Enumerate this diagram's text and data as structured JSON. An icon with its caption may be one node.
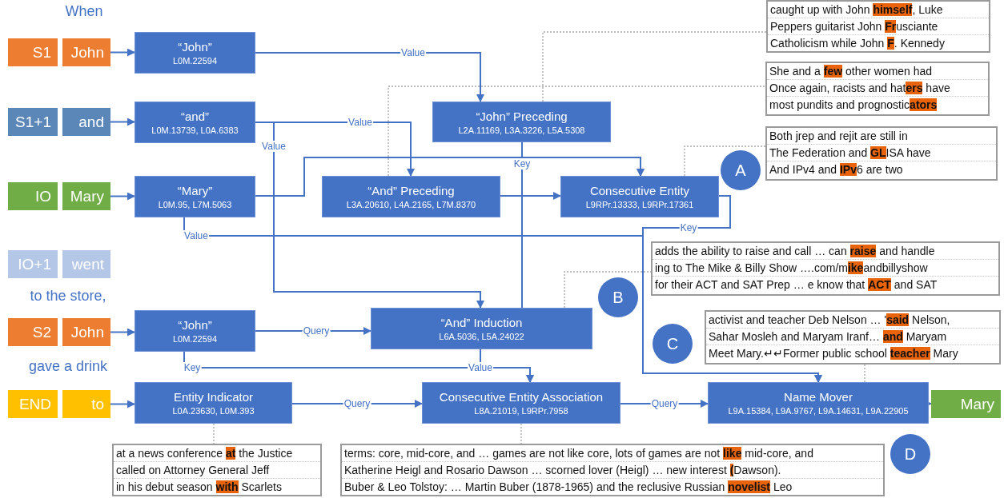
{
  "diagram": {
    "nodes": [
      {
        "text": [
          "S1"
        ]
      },
      {
        "text": [
          "John"
        ]
      },
      {
        "text": [
          "S1+1"
        ]
      },
      {
        "text": [
          "and"
        ]
      },
      {
        "text": [
          "IO"
        ]
      },
      {
        "text": [
          "Mary"
        ]
      },
      {
        "text": [
          "IO+1"
        ]
      },
      {
        "text": [
          "went"
        ]
      },
      {
        "text": [
          "S2"
        ]
      },
      {
        "text": [
          "John"
        ]
      },
      {
        "text": [
          "END"
        ]
      },
      {
        "text": [
          "to"
        ]
      },
      {
        "text": [
          "“John”",
          "L0M.22594"
        ]
      },
      {
        "text": [
          "“and”",
          "L0M.13739, L0A.6383"
        ]
      },
      {
        "text": [
          "“Mary”",
          "L0M.95, L7M.5063"
        ]
      },
      {
        "text": [
          "“John” Preceding",
          "L2A.11169, L3A.3226, L5A.5308"
        ]
      },
      {
        "text": [
          "“And” Preceding",
          "L3A.20610, L4A.2165, L7M.8370"
        ]
      },
      {
        "text": [
          "Consecutive Entity",
          "L9RPr.13333, L9RPr.17361"
        ]
      },
      {
        "text": [
          "“John”",
          "L0M.22594"
        ]
      },
      {
        "text": [
          "“And” Induction",
          "L6A.5036, L5A.24022"
        ]
      },
      {
        "text": [
          "Entity Indicator",
          "L0A.23630, L0M.393"
        ]
      },
      {
        "text": [
          "Consecutive Entity Association",
          "L8A.21019, L9RPr.7958"
        ]
      },
      {
        "text": [
          "Name Mover",
          "L9A.15384, L9A.9767, L9A.14631, L9A.22905"
        ]
      },
      {
        "text": [
          "Mary"
        ]
      },
      {
        "text": [
          "caught up with John **himself**, Luke",
          "Peppers guitarist John **Fr**usciante",
          "Catholicism while John **F**. Kennedy"
        ]
      },
      {
        "text": [
          "She and a **few** other women had",
          "Once again, racists and hat**ers** have",
          "most pundits and prognostic**ators**"
        ]
      },
      {
        "text": [
          "Both jrep and rejit are still in",
          "The Federation and **GL**ISA have",
          "And IPv4 and **IPv**6 are two"
        ]
      },
      {
        "text": [
          "adds the ability to raise and call … can **raise** and handle",
          "ing to The Mike & Billy Show ….com/m**ike**andbillyshow",
          "for their ACT and SAT Prep … e know that **ACT** and SAT"
        ]
      },
      {
        "text": [
          "activist and teacher Deb Nelson … '**said** Nelson,",
          "Sahar Mosleh and Maryam Iranf… **and** Maryam",
          "Meet Mary.↵↵Former public school **teacher** Mary"
        ]
      },
      {
        "text": [
          "at a news conference **at** the Justice",
          "called on Attorney General Jeff",
          "in his debut season **with** Scarlets"
        ]
      },
      {
        "text": [
          "terms: core, mid-core, and … games are not like core, lots of games are not **like** mid-core, and",
          "Katherine Heigl and Rosario Dawson … scorned lover (Heigl) … new interest **(**Dawson).",
          "Buber & Leo Tolstoy: … Martin Buber (1878-1965) and the reclusive Russian **novelist** Leo"
        ]
      },
      {
        "text": [
          "A"
        ]
      },
      {
        "text": [
          "B"
        ]
      },
      {
        "text": [
          "C"
        ]
      },
      {
        "text": [
          "D"
        ]
      }
    ],
    "edges": [
      {
        "from": 1,
        "to": 12,
        "arrow": "to"
      },
      {
        "from": 3,
        "to": 13,
        "arrow": "to"
      },
      {
        "from": 5,
        "to": 14,
        "arrow": "to"
      },
      {
        "from": 9,
        "to": 18,
        "arrow": "to"
      },
      {
        "from": 11,
        "to": 20,
        "arrow": "to"
      },
      {
        "from": 12,
        "to": 15,
        "arrow": "to",
        "label": "Value"
      },
      {
        "from": 13,
        "to": 16,
        "arrow": "to",
        "label": "Value"
      },
      {
        "from": 13,
        "to": 19,
        "arrow": "to",
        "label": "Value"
      },
      {
        "from": 14,
        "to": 17,
        "arrow": "to"
      },
      {
        "from": 15,
        "to": 17,
        "arrow": "to",
        "label": "Key"
      },
      {
        "from": 15,
        "to": 19,
        "arrow": "none"
      },
      {
        "from": 16,
        "to": 17,
        "arrow": "to"
      },
      {
        "from": 14,
        "to": 22,
        "arrow": "to",
        "label": "Value"
      },
      {
        "from": 17,
        "to": 22,
        "arrow": "to",
        "label": "Key"
      },
      {
        "from": 18,
        "to": 19,
        "arrow": "to",
        "label": "Query"
      },
      {
        "from": 18,
        "to": 21,
        "arrow": "to",
        "label": "Key"
      },
      {
        "from": 19,
        "to": 21,
        "arrow": "to",
        "label": "Value"
      },
      {
        "from": 20,
        "to": 21,
        "arrow": "to",
        "label": "Query"
      },
      {
        "from": 21,
        "to": 22,
        "arrow": "to",
        "label": "Query"
      },
      {
        "from": 22,
        "to": 23,
        "arrow": "to"
      },
      {
        "from": 15,
        "to": 24,
        "arrow": "none",
        "style": "dashed",
        "color": "#a6a6a6"
      },
      {
        "from": 16,
        "to": 25,
        "arrow": "none",
        "style": "dashed",
        "color": "#a6a6a6"
      },
      {
        "from": 17,
        "to": 26,
        "arrow": "none",
        "style": "dashed",
        "color": "#a6a6a6"
      },
      {
        "from": 19,
        "to": 27,
        "arrow": "none",
        "style": "dashed",
        "color": "#a6a6a6"
      },
      {
        "from": 22,
        "to": 28,
        "arrow": "none",
        "style": "dashed",
        "color": "#a6a6a6"
      },
      {
        "from": 20,
        "to": 29,
        "arrow": "none",
        "style": "dashed",
        "color": "#a6a6a6"
      },
      {
        "from": 21,
        "to": 30,
        "arrow": "none",
        "style": "dashed",
        "color": "#a6a6a6"
      }
    ],
    "labels": [
      "When",
      "to the store,",
      "gave a drink"
    ]
  }
}
